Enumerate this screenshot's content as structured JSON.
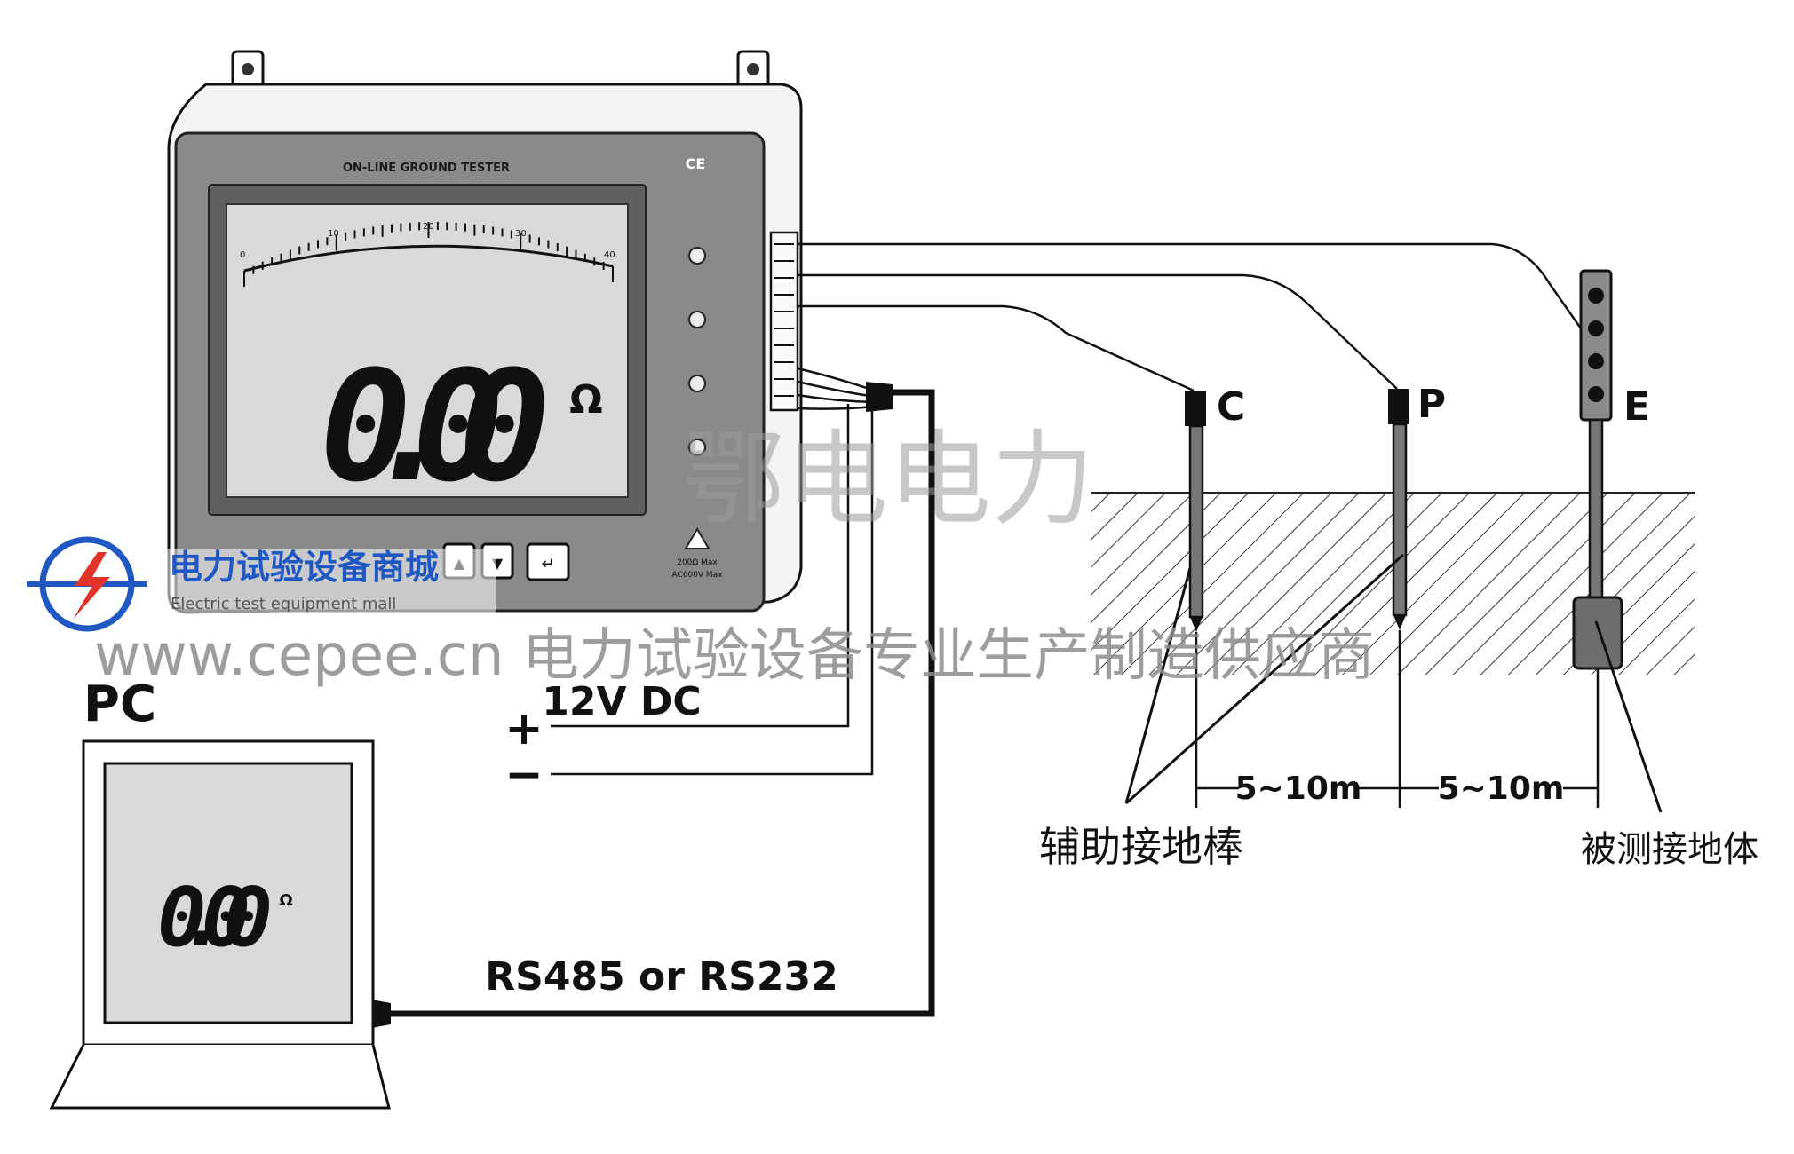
{
  "device": {
    "panel_title": "ON-LINE GROUND TESTER",
    "ce_mark": "CE",
    "reading": "0.00",
    "unit": "Ω",
    "scale_ticks": [
      "0",
      "10",
      "20",
      "30",
      "40"
    ],
    "warning_text_1": "200Ω Max",
    "warning_text_2": "AC600V Max",
    "buttons": [
      "▲",
      "▼",
      "↵"
    ]
  },
  "pc": {
    "title": "PC",
    "reading": "0.00",
    "unit": "Ω"
  },
  "power": {
    "label": "12V DC",
    "plus": "+",
    "minus": "−"
  },
  "comm": {
    "label": "RS485 or RS232"
  },
  "electrodes": {
    "c": "C",
    "p": "P",
    "e": "E"
  },
  "distances": {
    "first": "5~10m",
    "second": "5~10m"
  },
  "labels": {
    "aux_rods": "辅助接地棒",
    "grounded_body": "被测接地体"
  },
  "watermark": {
    "center_text": "鄂电电力",
    "logo_name": "电力试验设备商城",
    "logo_sub": "Electric test equipment mall",
    "url_line": "www.cepee.cn  电力试验设备专业生产制造供应商"
  },
  "colors": {
    "ink": "#111111",
    "device_gray": "#8a8a8a",
    "lcd": "#d9d9d9",
    "watermark_blue": "#1f57c3",
    "watermark_red": "#e0332a"
  }
}
